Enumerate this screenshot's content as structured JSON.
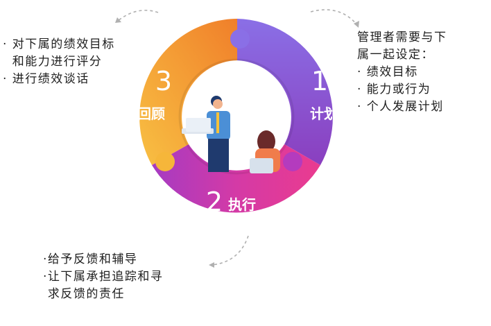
{
  "cycle": {
    "plan": {
      "number": "1",
      "label": "计划"
    },
    "execute": {
      "number": "2",
      "label": "执行"
    },
    "review": {
      "number": "3",
      "label": "回顾"
    }
  },
  "notes": {
    "plan": [
      "管理者需要与下",
      "属一起设定：",
      "· 绩效目标",
      "· 能力或行为",
      "· 个人发展计划"
    ],
    "execute": [
      "·给予反馈和辅导",
      "·让下属承担追踪和寻",
      " 求反馈的责任"
    ],
    "review": [
      "· 对下属的绩效目标",
      "  和能力进行评分",
      "· 进行绩效谈话"
    ]
  },
  "colors": {
    "plan": "#7f63dc",
    "execute": "#d93aa3",
    "review": "#f2a630",
    "arrow": "#b0b0b0"
  }
}
